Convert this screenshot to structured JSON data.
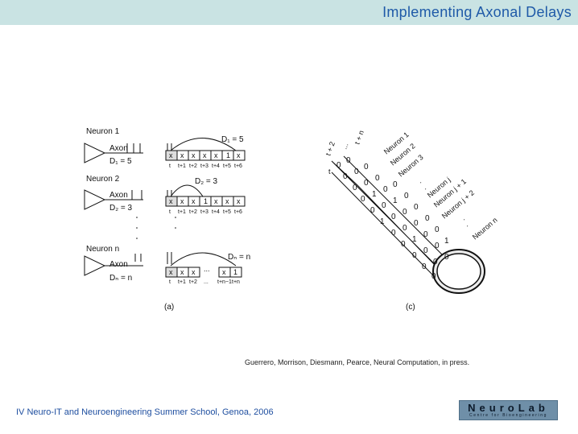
{
  "header": {
    "title": "Implementing Axonal Delays"
  },
  "figure_a": {
    "neurons": [
      {
        "name": "Neuron 1",
        "axon": "Axon",
        "delay_label": "D₁ = 5",
        "delay_top_label": "D₁ = 5",
        "buffer": [
          "x",
          "x",
          "x",
          "x",
          "x",
          "1",
          "x"
        ],
        "times": [
          "t",
          "t+1",
          "t+2",
          "t+3",
          "t+4",
          "t+5",
          "t+6"
        ]
      },
      {
        "name": "Neuron 2",
        "axon": "Axon",
        "delay_label": "D₂ = 3",
        "delay_top_label": "D₂ = 3",
        "buffer": [
          "x",
          "x",
          "x",
          "1",
          "x",
          "x",
          "x"
        ],
        "times": [
          "t",
          "t+1",
          "t+2",
          "t+3",
          "t+4",
          "t+5",
          "t+6"
        ]
      },
      {
        "name": "Neuron n",
        "axon": "Axon",
        "delay_label": "Dₙ = n",
        "delay_top_label": "Dₙ = n",
        "buffer": [
          "x",
          "x",
          "x",
          "...",
          "x",
          "1"
        ],
        "times": [
          "t",
          "t+1",
          "t+2",
          "...",
          "t+n−1",
          "t+n"
        ]
      }
    ],
    "label": "(a)"
  },
  "figure_c": {
    "time_labels": [
      "t + n",
      "...",
      "t + 2",
      "t"
    ],
    "neuron_labels": [
      "Neuron 1",
      "Neuron 2",
      "Neuron 3",
      ".",
      ".",
      "Neuron j",
      "Neuron j + 1",
      "Neuron j + 2",
      ".",
      ".",
      "Neuron n"
    ],
    "label": "(c)"
  },
  "citation": "Guerrero, Morrison, Diesmann, Pearce, Neural Computation, in press.",
  "footer": "IV Neuro-IT and Neuroengineering Summer School, Genoa, 2006",
  "logo": {
    "name": "NeuroLab",
    "subtitle": "Centre for Bioengineering"
  }
}
